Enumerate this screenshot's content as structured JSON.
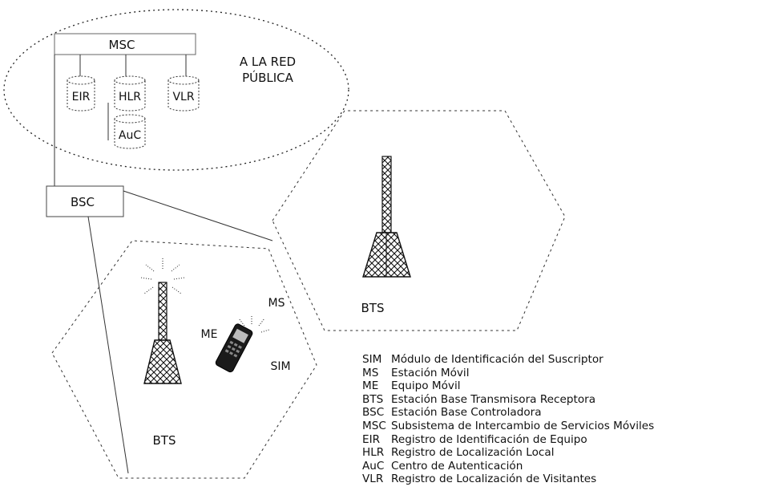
{
  "network": {
    "msc": "MSC",
    "eir": "EIR",
    "hlr": "HLR",
    "vlr": "VLR",
    "auc": "AuC",
    "public_network": [
      "A LA RED",
      "PÚBLICA"
    ],
    "bsc": "BSC"
  },
  "cells": {
    "bts_left": "BTS",
    "bts_right": "BTS",
    "ms": "MS",
    "me": "ME",
    "sim": "SIM"
  },
  "legend": [
    {
      "abbr": "SIM",
      "desc": "Módulo de Identificación del Suscriptor"
    },
    {
      "abbr": "MS",
      "desc": "Estación Móvil"
    },
    {
      "abbr": "ME",
      "desc": "Equipo Móvil"
    },
    {
      "abbr": "BTS",
      "desc": "Estación Base Transmisora Receptora"
    },
    {
      "abbr": "BSC",
      "desc": "Estación Base Controladora"
    },
    {
      "abbr": "MSC",
      "desc": "Subsistema de Intercambio de Servicios Móviles"
    },
    {
      "abbr": "EIR",
      "desc": "Registro de Identificación de Equipo"
    },
    {
      "abbr": "HLR",
      "desc": "Registro de Localización Local"
    },
    {
      "abbr": "AuC",
      "desc": "Centro de Autenticación"
    },
    {
      "abbr": "VLR",
      "desc": "Registro de Localización de Visitantes"
    }
  ]
}
